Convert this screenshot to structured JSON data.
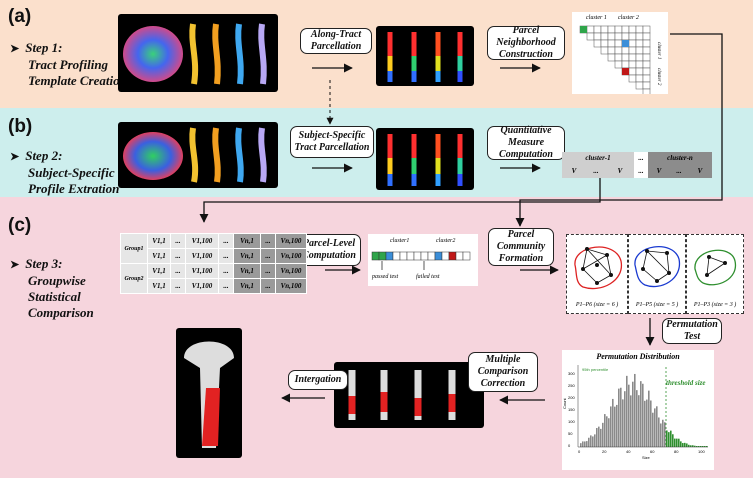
{
  "panels": {
    "a": {
      "label": "(a)",
      "step_title": "Step 1:",
      "step_desc": "Tract Profiling Template Creation"
    },
    "b": {
      "label": "(b)",
      "step_title": "Step 2:",
      "step_desc": "Subject-Specific Profile Extration"
    },
    "c": {
      "label": "(c)",
      "step_title": "Step 3:",
      "step_desc_1": "Groupwise",
      "step_desc_2": "Statistical",
      "step_desc_3": "Comparison"
    }
  },
  "boxes": {
    "along_tract": "Along-Tract Parcellation",
    "neighborhood": "Parcel Neighborhood Construction",
    "subject_specific": "Subject-Specific Tract Parcellation",
    "quantitative": "Quantitative Measure Computation",
    "parcel_level": "Parcel-Level Computation",
    "community": "Parcel Community Formation",
    "permutation": "Permutation Test",
    "multiple_comp": "Multiple Comparison Correction",
    "integration": "Intergation"
  },
  "matrix": {
    "cluster1": "cluster 1",
    "cluster2": "cluster 2",
    "side1": "cluster 1",
    "side2": "cluster 2"
  },
  "profile": {
    "cluster1": "cluster-1",
    "dots": "...",
    "clustern": "cluster-n",
    "cells": [
      "V",
      "...",
      "V",
      "...",
      "V",
      "...",
      "V"
    ]
  },
  "group_table": {
    "group1": "Group1",
    "group2": "Group2",
    "cols": [
      "V1,1",
      "...",
      "V1,100",
      "...",
      "Vn,1",
      "...",
      "Vn,100"
    ]
  },
  "parcel_strip": {
    "cluster1": "cluster1",
    "cluster2": "cluster2",
    "passed": "passed test",
    "failed": "failed test"
  },
  "communities": {
    "c1_caption": "P1–P6  (size = 6 )",
    "c2_caption": "P1–P5  (size = 5 )",
    "c3_caption": "P1–P3  (size = 3 )"
  },
  "histogram": {
    "title": "Permutation Distribution",
    "legend": "95th percentile",
    "threshold": "threshold size",
    "xlabel": "Size",
    "ylabel": "Count",
    "xticks": [
      "0",
      "20",
      "40",
      "60",
      "80",
      "100"
    ],
    "yticks": [
      "0",
      "50",
      "100",
      "150",
      "200",
      "250",
      "300"
    ]
  },
  "colors": {
    "orange_band": "#fbe0cc",
    "cyan_band": "#cdeeed",
    "pink_band": "#f6d5dd",
    "threshold_green": "#2f8f2f"
  }
}
